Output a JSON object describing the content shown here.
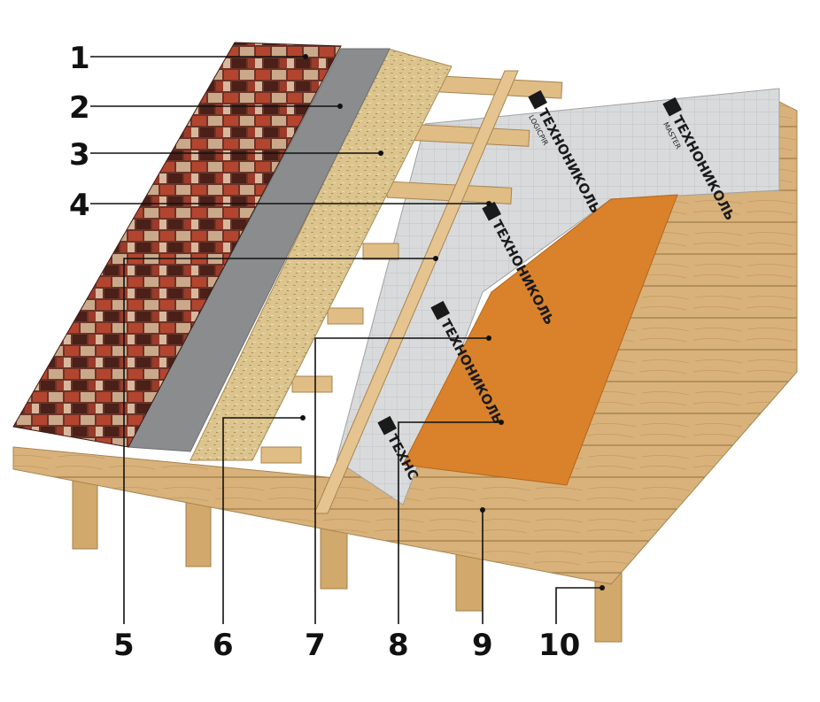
{
  "callouts": [
    {
      "id": "1",
      "label": "1"
    },
    {
      "id": "2",
      "label": "2"
    },
    {
      "id": "3",
      "label": "3"
    },
    {
      "id": "4",
      "label": "4"
    },
    {
      "id": "5",
      "label": "5"
    },
    {
      "id": "6",
      "label": "6"
    },
    {
      "id": "7",
      "label": "7"
    },
    {
      "id": "8",
      "label": "8"
    },
    {
      "id": "9",
      "label": "9"
    },
    {
      "id": "10",
      "label": "10"
    }
  ],
  "branding": {
    "name": "ТЕХНОНИКОЛЬ",
    "name_short": "ТЕХНОНИКОЛЬ",
    "name_cut": "ТЕХНС",
    "sub_a": "MASTER",
    "sub_b": "LOGICPIR"
  },
  "palette": {
    "shingle_dark": "#5a2a22",
    "shingle_red": "#b3452f",
    "shingle_tan": "#c9a98a",
    "underlay": "#8a8c8e",
    "osb": "#dcc48e",
    "insulation": "#d9dadb",
    "membrane": "#d9822b",
    "timber": "#d8b27a",
    "line": "#111111"
  }
}
